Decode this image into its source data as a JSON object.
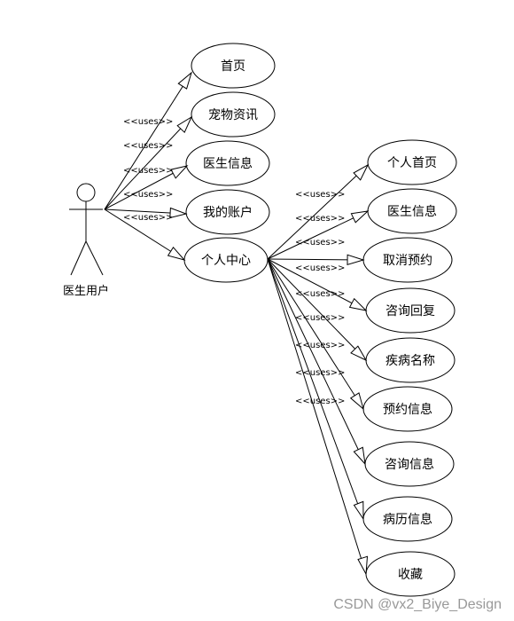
{
  "actor": {
    "label": "医生用户"
  },
  "stereotype": "<<uses>>",
  "primary_use_cases": [
    "首页",
    "宠物资讯",
    "医生信息",
    "我的账户",
    "个人中心"
  ],
  "personal_center_use_cases": [
    "个人首页",
    "医生信息",
    "取消预约",
    "咨询回复",
    "疾病名称",
    "预约信息",
    "咨询信息",
    "病历信息",
    "收藏"
  ],
  "watermark": "CSDN @vx2_Biye_Design"
}
